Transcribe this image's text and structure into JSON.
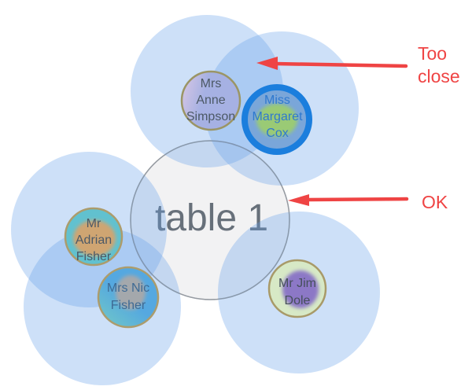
{
  "table": {
    "label": "table 1",
    "fill": "#f2f2f3",
    "stroke": "#aaaeb4",
    "text_color": "#59626e"
  },
  "seat_zones": {
    "fill": "#62a0e8",
    "count": 5
  },
  "guests": [
    {
      "id": "anne",
      "lines": [
        "Mrs",
        "Anne",
        "Simpson"
      ],
      "border": "#9b9565",
      "fill_start": "#dbc8e4",
      "fill_end": "#a6b1e3",
      "text_color": "#4c5966"
    },
    {
      "id": "margaret",
      "lines": [
        "Miss",
        "Margaret",
        "Cox"
      ],
      "border": "#1b7edd",
      "fill": "#7aa6d9",
      "blob": "#9aca74",
      "text_color": "#2f79cf"
    },
    {
      "id": "adrian",
      "lines": [
        "Mr",
        "Adrian",
        "Fisher"
      ],
      "border": "#ac9c6c",
      "fill": "#61c1cf",
      "blob": "#cfa572",
      "text_color": "#4c5966"
    },
    {
      "id": "nic",
      "lines": [
        "Mrs Nic",
        "Fisher"
      ],
      "border": "#ac9c6c",
      "fill_start": "#55a8e0",
      "fill_end": "#6ec5c9",
      "blob": "#a4a8ac",
      "text_color": "#3e6a94"
    },
    {
      "id": "jim",
      "lines": [
        "Mr Jim",
        "Dole"
      ],
      "border": "#a89a69",
      "fill": "#d7e9c6",
      "blob": "#8c78c6",
      "text_color": "#454f5a"
    }
  ],
  "annotations": {
    "color": "#ef4444",
    "too_close": {
      "label": "Too close"
    },
    "ok": {
      "label": "OK"
    }
  }
}
